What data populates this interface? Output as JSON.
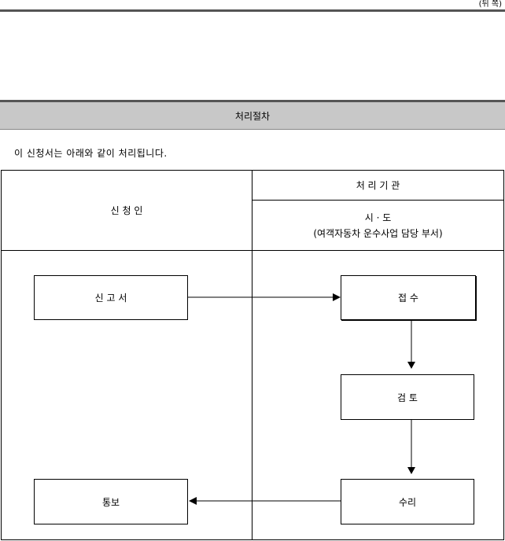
{
  "page_mark": "(뒤 쪽)",
  "section_title": "처리절차",
  "intro_text": "이 신청서는 아래와 같이 처리됩니다.",
  "table": {
    "applicant_header": "신 청 인",
    "agency_header": "처 리 기 관",
    "agency_name_line1": "시 · 도",
    "agency_name_line2": "(여객자동차 운수사업 담당 부서)"
  },
  "flow": {
    "report": "신 고 서",
    "receipt": "접 수",
    "review": "검 토",
    "acceptance": "수리",
    "notification": "통보"
  }
}
